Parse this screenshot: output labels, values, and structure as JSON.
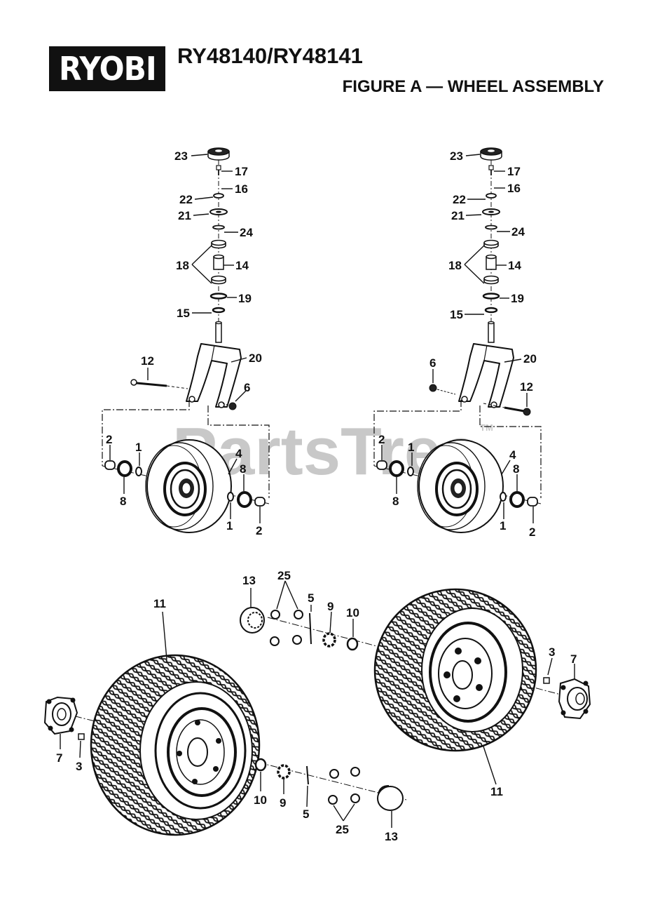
{
  "brand": "RYOBI",
  "model": "RY48140/RY48141",
  "figure_title": "FIGURE A — WHEEL ASSEMBLY",
  "watermark": "PartsTree",
  "watermark_tm": "TM",
  "labels": {
    "p1": "1",
    "p2": "2",
    "p3": "3",
    "p4": "4",
    "p5": "5",
    "p6": "6",
    "p7": "7",
    "p8": "8",
    "p9": "9",
    "p10": "10",
    "p11": "11",
    "p12": "12",
    "p13": "13",
    "p14": "14",
    "p15": "15",
    "p16": "16",
    "p17": "17",
    "p18": "18",
    "p19": "19",
    "p20": "20",
    "p21": "21",
    "p22": "22",
    "p23": "23",
    "p24": "24",
    "p25": "25"
  },
  "colors": {
    "ink": "#111111",
    "watermark": "#c8c8c8",
    "background": "#ffffff"
  }
}
